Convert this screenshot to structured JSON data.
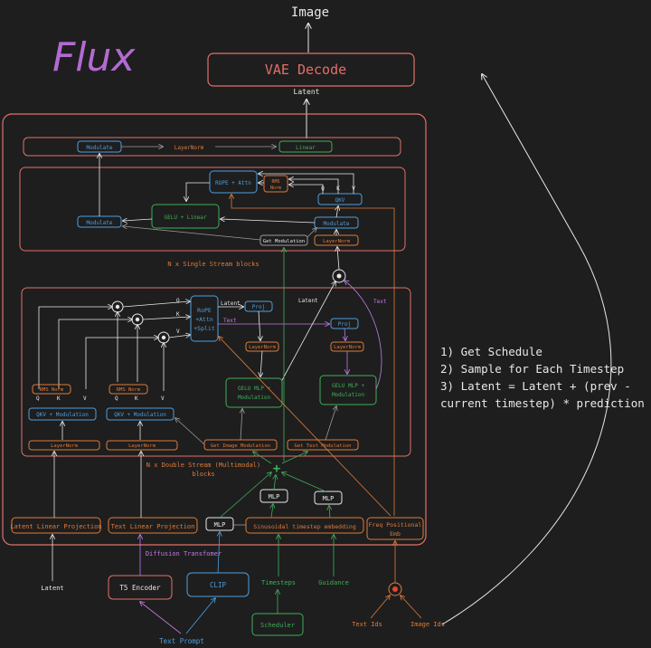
{
  "title": "Flux",
  "colors": {
    "background": "#1e1e1e",
    "white": "#e8e8e8",
    "purple": "#b36ad4",
    "orange": "#e07b3a",
    "red": "#e0706a",
    "blue": "#4d9fe0",
    "green": "#3fae5a",
    "gray": "#9a9a9a",
    "violet": "#c27ae8"
  },
  "top": {
    "image": "Image",
    "vae": "VAE Decode",
    "latent": "Latent"
  },
  "single": {
    "modulate_out": "Modulate",
    "layernorm_out": "LayerNorm",
    "linear_out": "Linear",
    "rope": "ROPE + Attn",
    "rms": "RMS",
    "norm": "Norm",
    "q": "Q",
    "k": "K",
    "v": "V",
    "qkv": "QKV",
    "modulate_left": "Modulate",
    "gelu": "GELU + Linear",
    "modulate_right": "Modulate",
    "get_mod": "Get Modulation",
    "layernorm_in": "LayerNorm",
    "caption": "N x Single Stream blocks"
  },
  "double": {
    "q": "Q",
    "k": "K",
    "v": "V",
    "rope_1": "RoPE",
    "rope_2": "+Attn",
    "rope_3": "+Split",
    "latent": "Latent",
    "text": "Text",
    "proj_1": "Proj",
    "proj_2": "Proj",
    "layernorm_img": "LayerNorm",
    "layernorm_txt": "LayerNorm",
    "gelu_img_1": "GELU MLP +",
    "gelu_img_2": "Modulation",
    "gelu_txt_1": "GELU MLP +",
    "gelu_txt_2": "Modulation",
    "rms_1": "RMS  Norm",
    "rms_2": "RMS  Norm",
    "qkv_1": "QKV + Modulation",
    "qkv_2": "QKV + Modulation",
    "layernorm_1": "LayerNorm",
    "layernorm_2": "LayerNorm",
    "get_img_mod": "Get Image Modulation",
    "get_txt_mod": "Get Text Modulation",
    "latent_side": "Latent",
    "text_side": "Text",
    "caption_1": "N x Double Stream (Multimodal)",
    "caption_2": "blocks"
  },
  "bottom": {
    "latent_proj": "Latent Linear Projection",
    "text_proj": "Text Linear Projection",
    "mlp_small": "MLP",
    "sinusoidal": "Sinusoidal timestep embedding",
    "freq_1": "Freq Positional",
    "freq_2": "Emb",
    "mlp_1": "MLP",
    "mlp_2": "MLP",
    "diffusion": "Diffusion Transfomer",
    "latent": "Latent",
    "t5": "T5 Encoder",
    "clip": "CLIP",
    "timesteps": "Timesteps",
    "guidance": "Guidance",
    "scheduler": "Scheduler",
    "text_ids": "Text Ids",
    "image_ids": "Image Ids",
    "text_prompt": "Text Prompt"
  },
  "notes": [
    "1) Get Schedule",
    "2) Sample for Each Timestep",
    "3) Latent = Latent + (prev -",
    "current timestep) * prediction"
  ]
}
